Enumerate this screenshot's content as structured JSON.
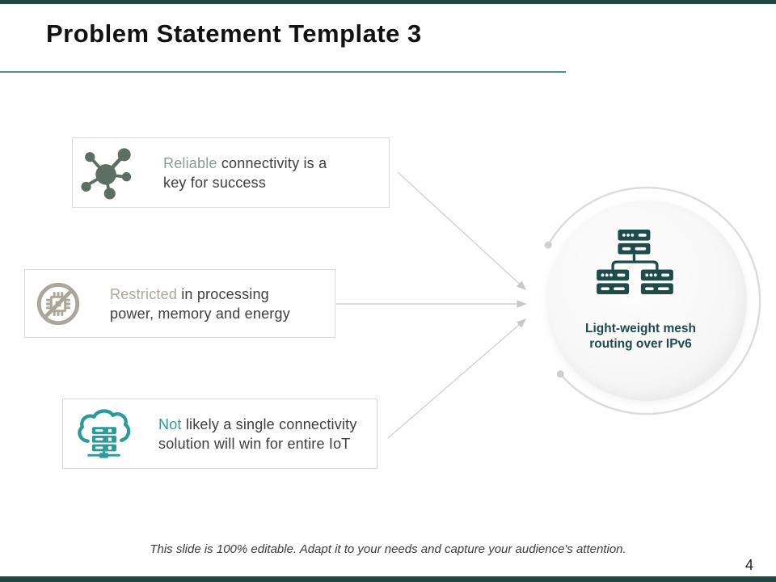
{
  "slide": {
    "title": "Problem Statement Template 3",
    "footer_note": "This slide is 100% editable. Adapt it to your needs and capture your audience's attention.",
    "page_number": "4"
  },
  "problems": [
    {
      "icon": "network-hub-icon",
      "highlight": "Reliable",
      "rest": " connectivity is a key for success"
    },
    {
      "icon": "no-processor-icon",
      "highlight": "Restricted",
      "rest": " in processing power, memory and energy"
    },
    {
      "icon": "cloud-server-icon",
      "highlight": "Not",
      "rest": " likely a single connectivity solution will win for entire IoT"
    }
  ],
  "solution": {
    "icon": "server-mesh-icon",
    "line1": "Light-weight mesh",
    "line2": "routing over IPv6"
  },
  "colors": {
    "accent_bar": "#1d4645",
    "title_underline": "#4f8f8d",
    "teal": "#2d9a99",
    "dark_teal": "#1f4b4b",
    "muted_green": "#5d6e64",
    "warm_gray": "#aaa69c",
    "arrow": "#cfcfcf"
  }
}
